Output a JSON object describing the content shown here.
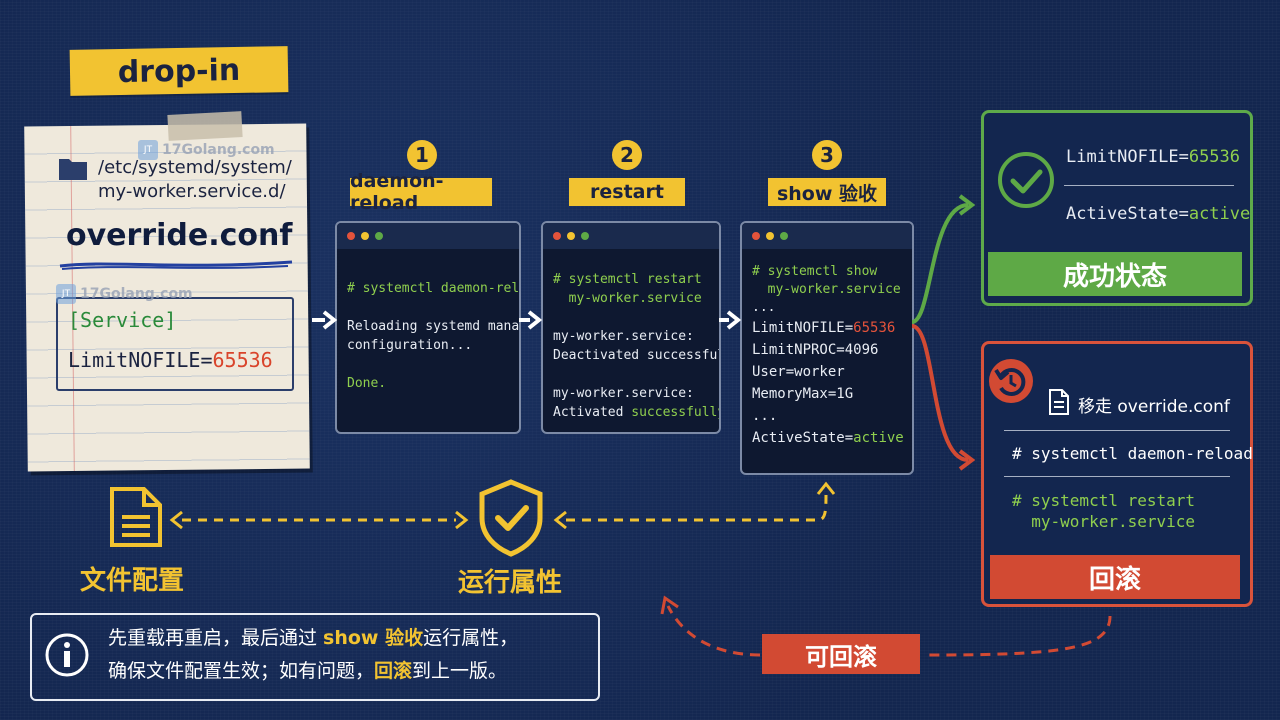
{
  "title": "drop-in",
  "file": {
    "path_line1": "/etc/systemd/system/",
    "path_line2": "my-worker.service.d/",
    "name": "override.conf",
    "section": "[Service]",
    "key": "LimitNOFILE=",
    "value": "65536"
  },
  "watermark": "17Golang.com",
  "steps": [
    {
      "number": "1",
      "label": "daemon-reload",
      "lines": [
        "# systemctl daemon-reload",
        "",
        "Reloading systemd manager",
        "configuration...",
        "",
        "Done."
      ]
    },
    {
      "number": "2",
      "label": "restart",
      "lines": [
        "# systemctl restart",
        "  my-worker.service",
        "",
        "my-worker.service:",
        "Deactivated successfully.",
        "",
        "my-worker.service:",
        "Activated ",
        "successfully."
      ]
    },
    {
      "number": "3",
      "label": "show 验收",
      "lines": [
        "# systemctl show",
        "  my-worker.service",
        "...",
        "LimitNOFILE=",
        "65536",
        "LimitNPROC=4096",
        "User=worker",
        "MemoryMax=1G",
        "...",
        "ActiveState=",
        "active"
      ]
    }
  ],
  "success": {
    "line1_key": "LimitNOFILE=",
    "line1_val": "65536",
    "line2_key": "ActiveState=",
    "line2_val": "active",
    "label": "成功状态"
  },
  "rollback": {
    "action": "移走 override.conf",
    "cmd1": "# systemctl daemon-reload",
    "cmd2a": "# systemctl restart",
    "cmd2b": "  my-worker.service",
    "label": "回滚"
  },
  "bottom": {
    "left_label": "文件配置",
    "center_label": "运行属性",
    "rev_label": "可回滚"
  },
  "info": {
    "p1": "先重载再重启，最后通过 ",
    "p2": "show 验收",
    "p3": "运行属性，",
    "p4": "确保文件配置生效；如有问题，",
    "p5": "回滚",
    "p6": "到上一版。"
  },
  "colors": {
    "background": "#13264f",
    "accent_yellow": "#f2c331",
    "success_green": "#5ea946",
    "danger_red": "#d24a33"
  }
}
